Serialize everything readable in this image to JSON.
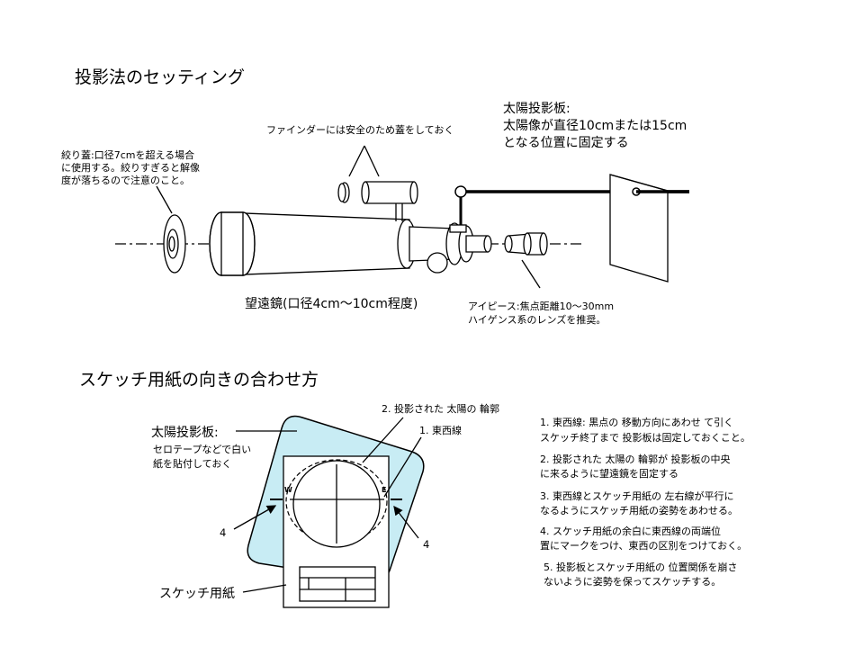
{
  "top_section": {
    "heading": "投影法のセッティング",
    "finder_cap_label": "ファインダーには安全のため蓋をしておく",
    "aperture_cap_label": [
      "絞り蓋:口径7cmを超える場合",
      "に使用する。絞りすぎると解像",
      "度が落ちるので注意のこと。"
    ],
    "projection_board_label": [
      "太陽投影板:",
      "太陽像が直径10cmまたは15cm",
      "となる位置に固定する"
    ],
    "telescope_label": "望遠鏡(口径4cm〜10cm程度)",
    "eyepiece_label": [
      "アイピース:焦点距離10〜30mm",
      "ハイゲンス系のレンズを推奨。"
    ]
  },
  "bottom_section": {
    "heading": "スケッチ用紙の向きの合わせ方",
    "board_label": [
      "太陽投影板:",
      "セロテープなどで白い",
      "紙を貼付しておく"
    ],
    "sun_outline_label": "2. 投影された 太陽の 輪郭",
    "east_west_label": "1. 東西線",
    "marker_left": "4",
    "marker_right": "4",
    "west_letter": "W",
    "east_letter": "E",
    "sketch_paper_label": "スケッチ用紙",
    "steps": [
      [
        "1. 東西線: 黒点の 移動方向にあわせ て引く",
        "スケッチ終了まで 投影板は固定しておくこと。"
      ],
      [
        "2. 投影された 太陽の 輪郭が 投影板の中央",
        "に来るように望遠鏡を固定する"
      ],
      [
        "3. 東西線とスケッチ用紙の 左右線が平行に",
        "なるようにスケッチ用紙の姿勢をあわせる。"
      ],
      [
        "4. スケッチ用紙の余白に東西線の両端位",
        "置にマークをつけ、東西の区別をつけておく。"
      ],
      [
        "5. 投影板とスケッチ用紙の 位置関係を崩さ",
        "ないように姿勢を保ってスケッチする。"
      ]
    ]
  },
  "colors": {
    "board_fill": "#c8ecf4",
    "ink": "#000000",
    "paper": "#ffffff"
  }
}
